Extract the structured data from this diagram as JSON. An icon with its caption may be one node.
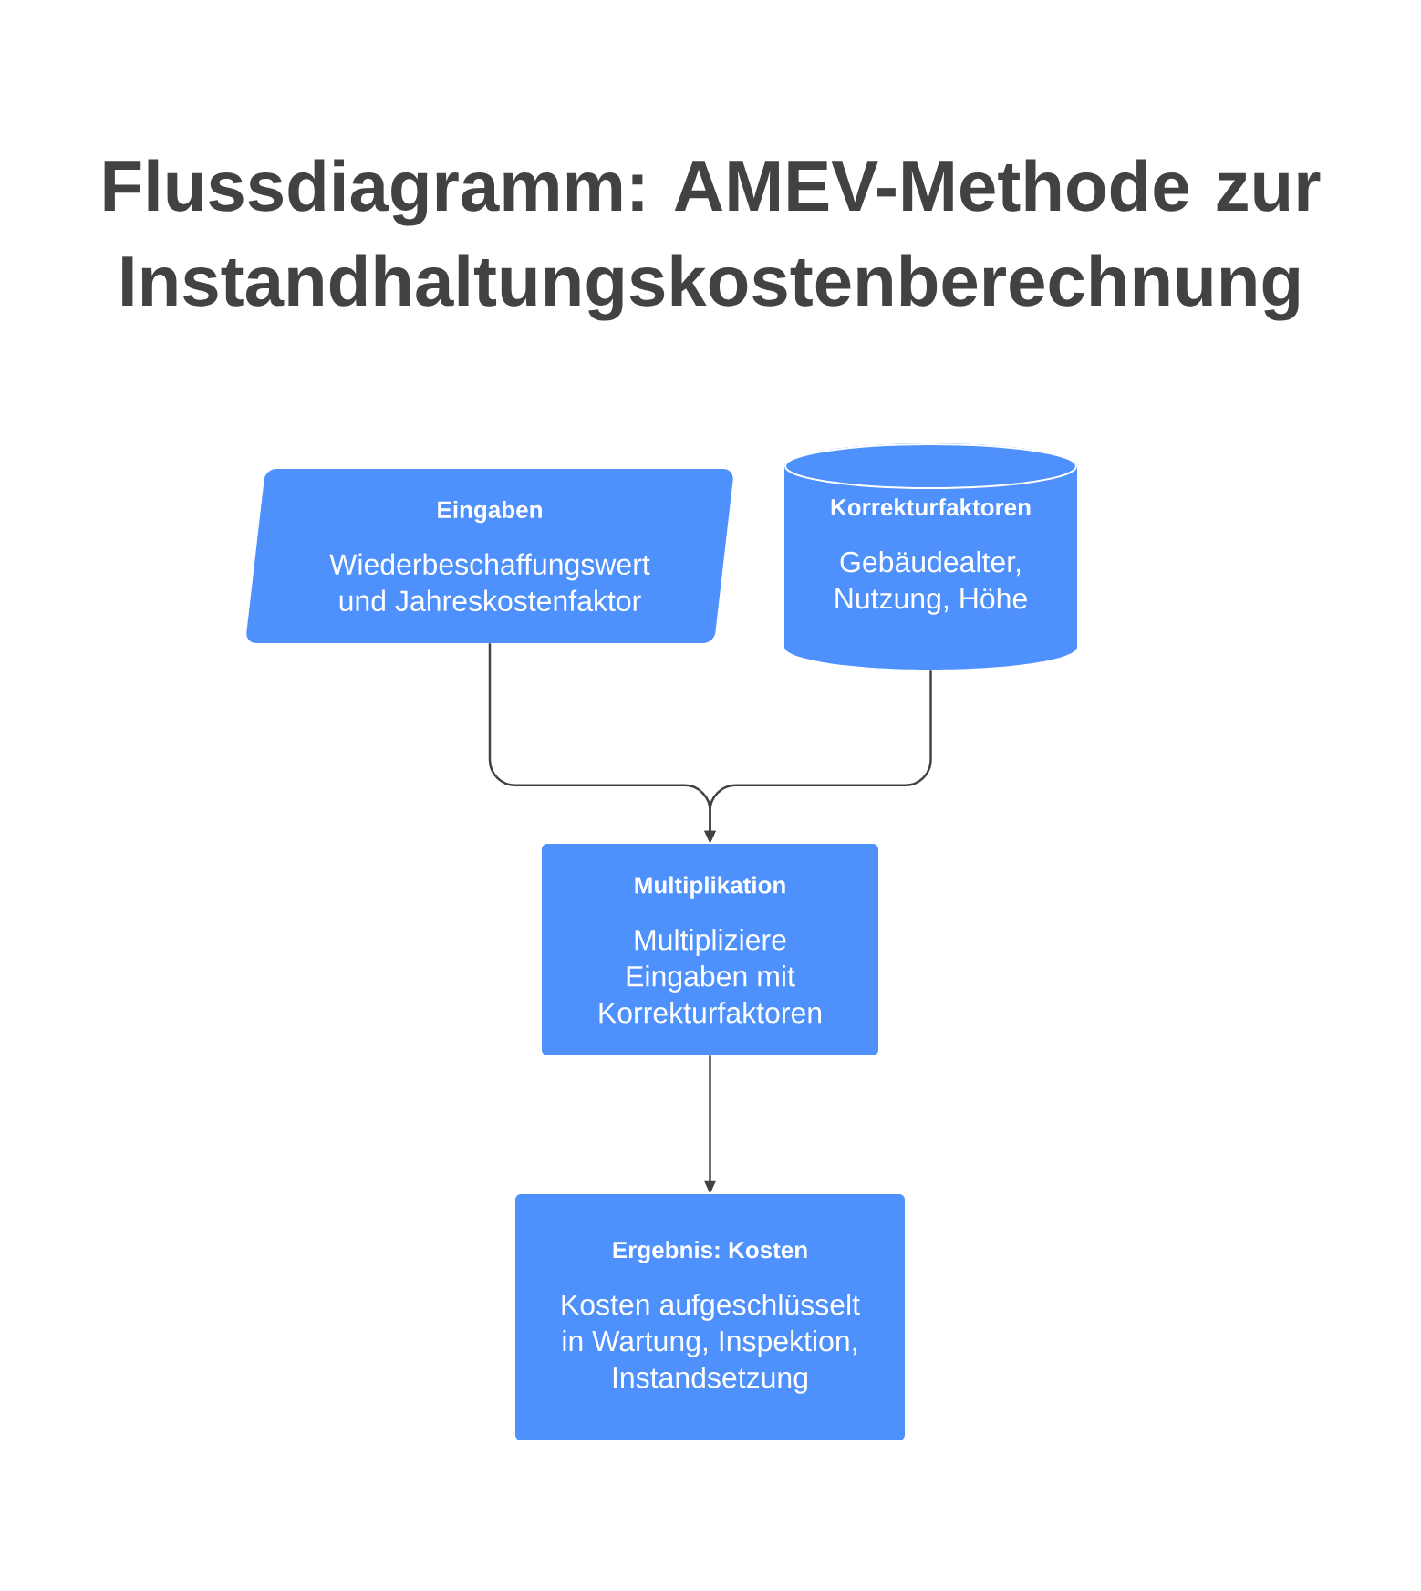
{
  "diagram": {
    "title": "Flussdiagramm: AMEV-Methode zur Instandhaltungskostenberechnung",
    "nodes": [
      {
        "text": [
          "Eingaben",
          "Wiederbeschaffungswert und Jahreskostenfaktor"
        ]
      },
      {
        "text": [
          "Korrekturfaktoren",
          "Gebäudealter, Nutzung, Höhe"
        ]
      },
      {
        "text": [
          "Multiplikation",
          "Multipliziere Eingaben mit Korrekturfaktoren"
        ]
      },
      {
        "text": [
          "Ergebnis: Kosten",
          "Kosten aufgeschlüsselt in Wartung, Inspektion, Instandsetzung"
        ]
      }
    ],
    "edges": [
      {
        "from": 0,
        "to": 2,
        "arrow": "to"
      },
      {
        "from": 1,
        "to": 2,
        "arrow": "to"
      },
      {
        "from": 2,
        "to": 3,
        "arrow": "to"
      }
    ]
  }
}
